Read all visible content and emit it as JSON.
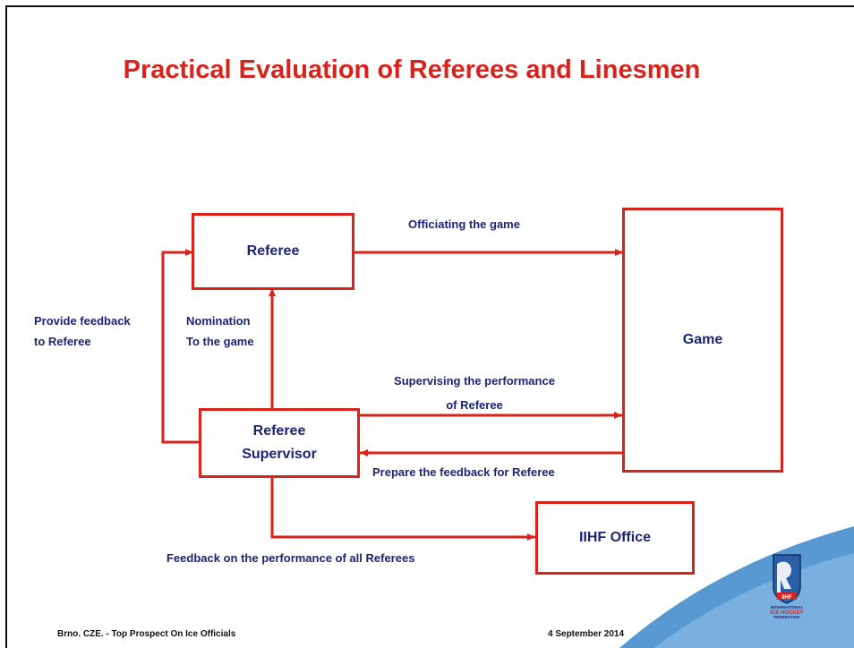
{
  "title": "Practical Evaluation of Referees and Linesmen",
  "nodes": {
    "referee": "Referee",
    "game": "Game",
    "referee_supervisor": [
      "Referee",
      "Supervisor"
    ],
    "iihf_office": "IIHF Office"
  },
  "edges": {
    "officiating": "Officiating the game",
    "provide_feedback": [
      "Provide feedback",
      "to Referee"
    ],
    "nomination": [
      "Nomination",
      "To the game"
    ],
    "supervising": [
      "Supervising the performance",
      "of Referee"
    ],
    "prepare_feedback": "Prepare the feedback for Referee",
    "feedback_all": "Feedback on the performance of all Referees"
  },
  "footer": {
    "left": "Brno. CZE. - Top Prospect On Ice Officials",
    "right": "4 September 2014"
  },
  "logo": {
    "name": "iihf-logo",
    "text": [
      "IIHF",
      "INTERNATIONAL",
      "ICE HOCKEY",
      "FEDERATION"
    ]
  },
  "colors": {
    "accent": "#d8231c",
    "label": "#1c2473",
    "swoosh": "#4f93cf"
  }
}
